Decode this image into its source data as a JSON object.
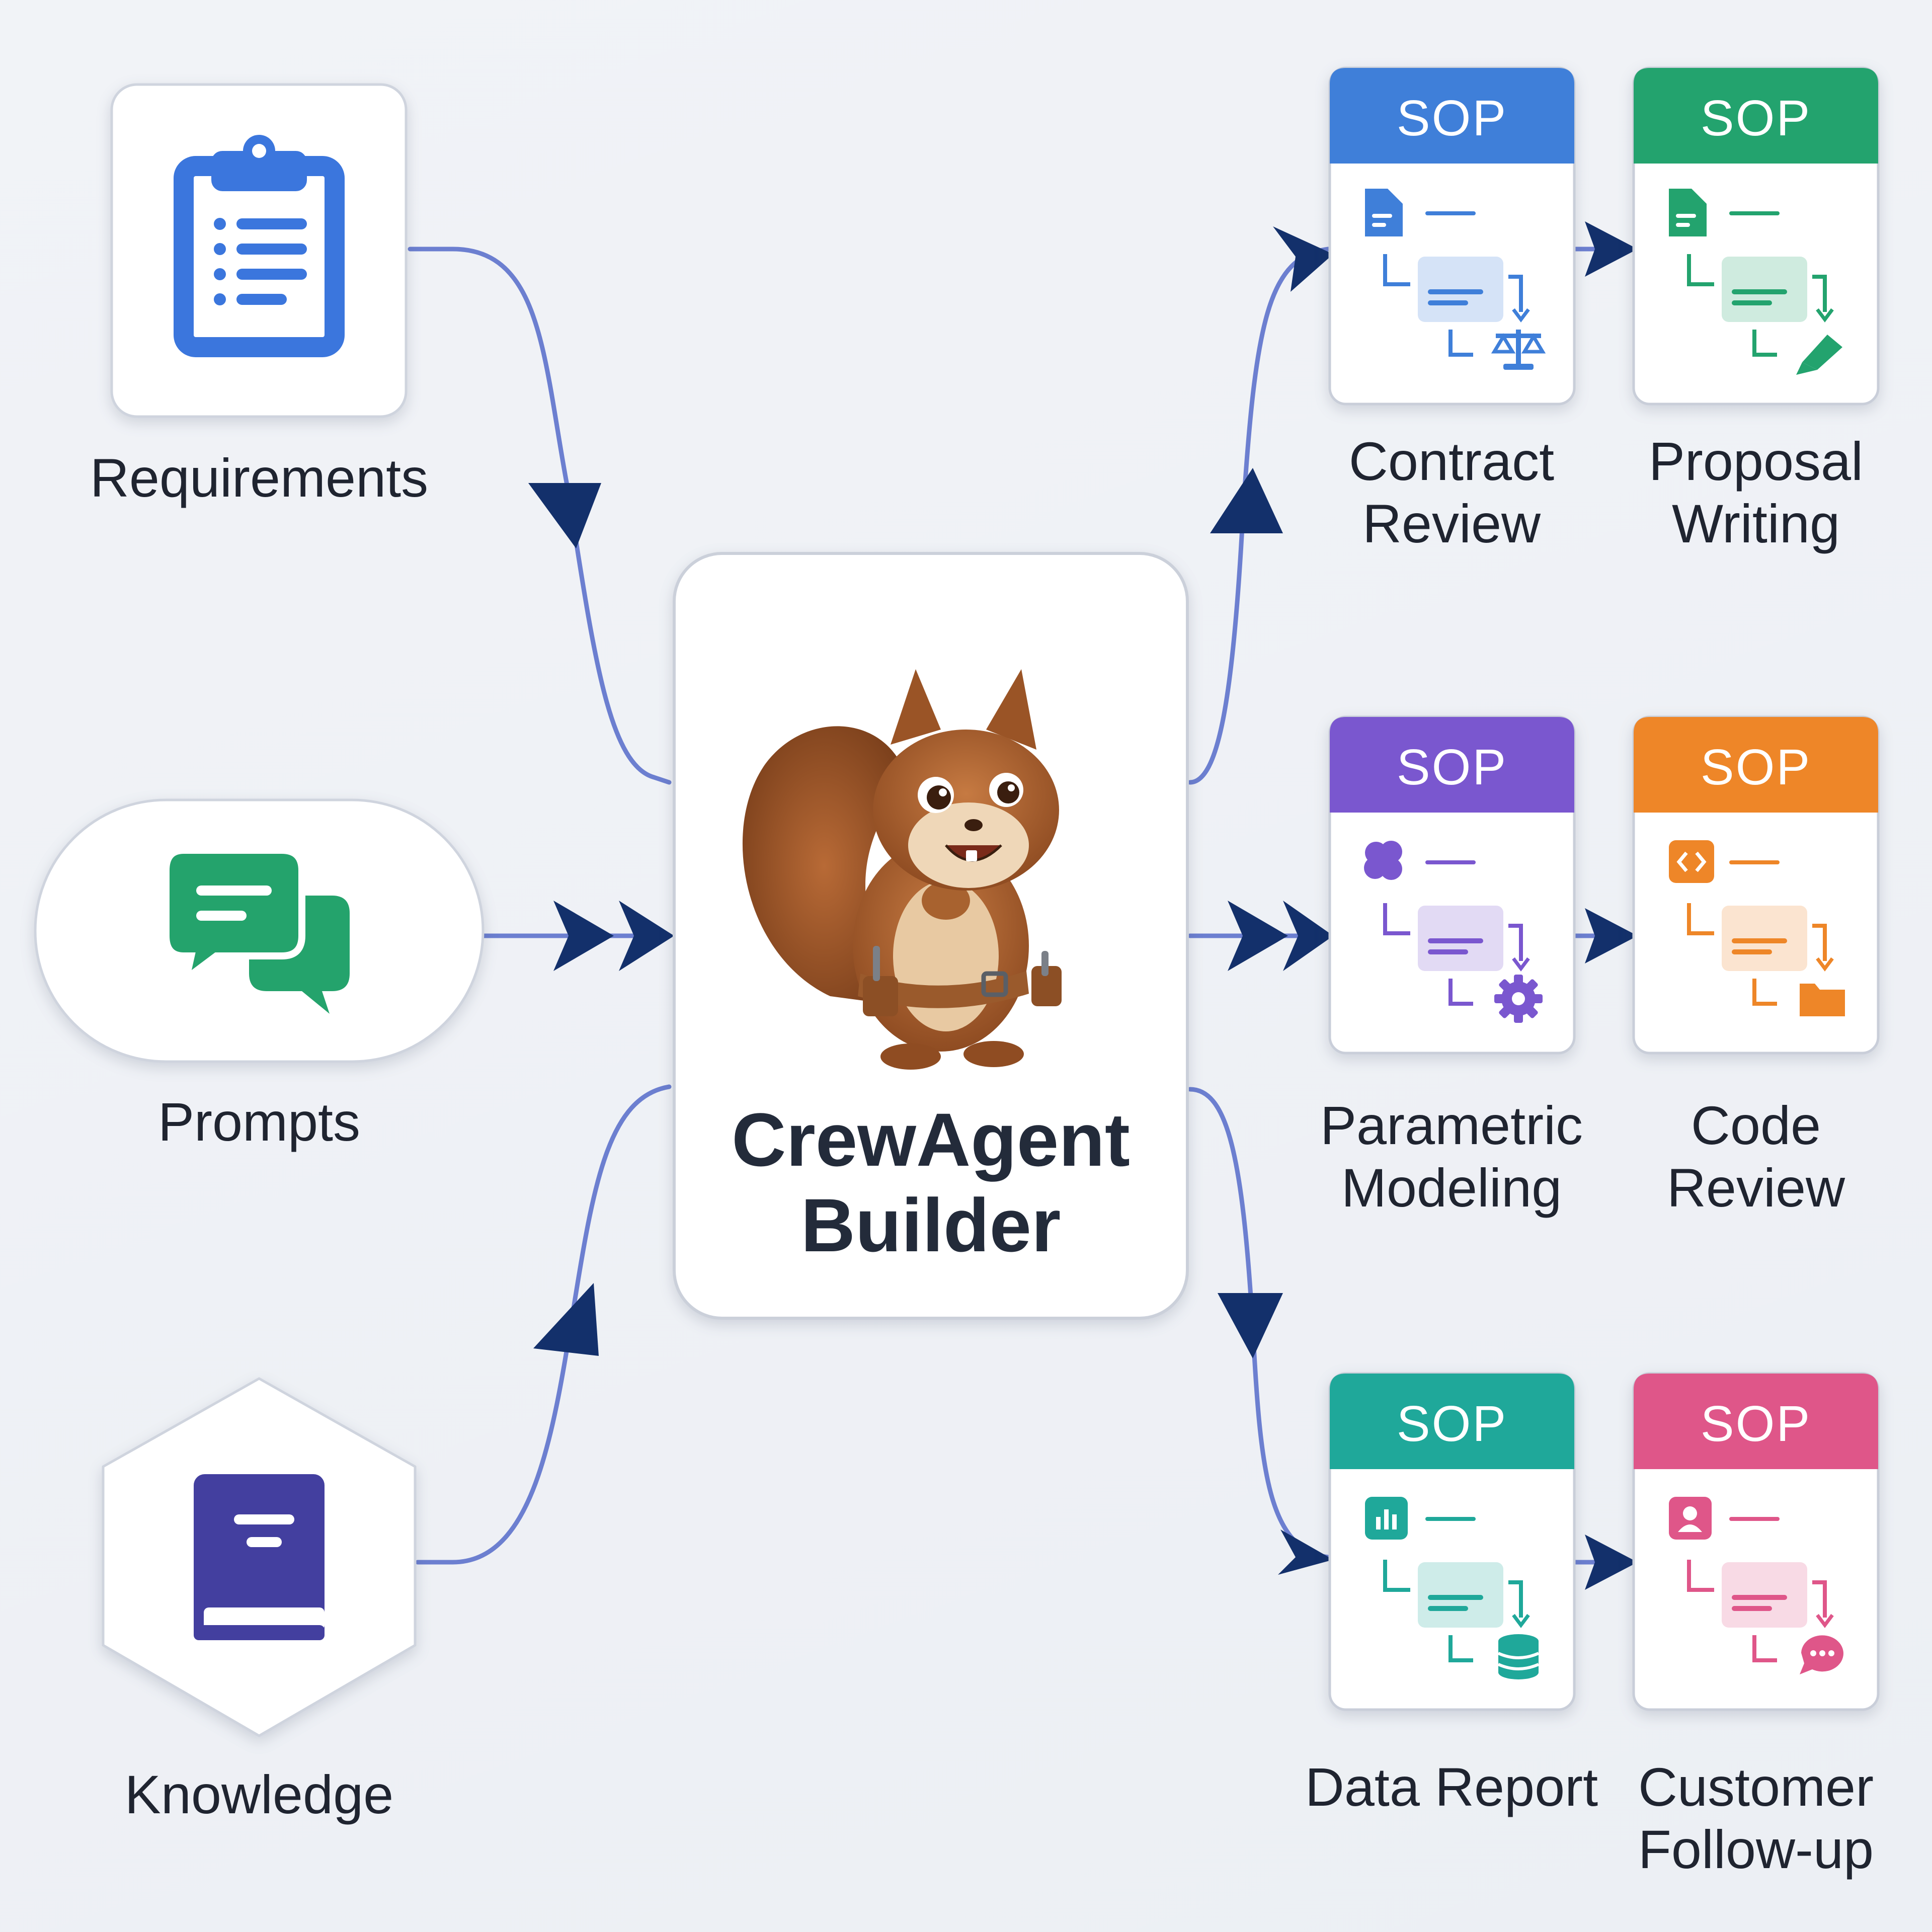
{
  "inputs": [
    {
      "key": "requirements",
      "label": "Requirements",
      "icon": "clipboard-icon",
      "color": "#3b76dd"
    },
    {
      "key": "prompts",
      "label": "Prompts",
      "icon": "chat-bubbles-icon",
      "color": "#24a36c"
    },
    {
      "key": "knowledge",
      "label": "Knowledge",
      "icon": "book-icon",
      "color": "#433f9f"
    }
  ],
  "center": {
    "title": "CrewAgent\nBuilder",
    "mascot": "squirrel-mascot"
  },
  "sop_cards": [
    {
      "key": "contract-review",
      "badge": "SOP",
      "label": "Contract\nReview",
      "color": "#3f7fd9",
      "end_icon": "scales-icon"
    },
    {
      "key": "proposal-writing",
      "badge": "SOP",
      "label": "Proposal\nWriting",
      "color": "#23a36e",
      "end_icon": "pen-icon"
    },
    {
      "key": "parametric-modeling",
      "badge": "SOP",
      "label": "Parametric\nModeling",
      "color": "#7a57cf",
      "end_icon": "gear-icon"
    },
    {
      "key": "code-review",
      "badge": "SOP",
      "label": "Code\nReview",
      "color": "#ee8628",
      "end_icon": "folder-icon"
    },
    {
      "key": "data-report",
      "badge": "SOP",
      "label": "Data Report",
      "color": "#1fa89a",
      "end_icon": "database-icon"
    },
    {
      "key": "customer-follow-up",
      "badge": "SOP",
      "label": "Customer\nFollow-up",
      "color": "#df5689",
      "end_icon": "chat-icon"
    }
  ],
  "colors": {
    "connector": "#6c7fd0",
    "arrow": "#13306b",
    "card_border": "#c9ced9"
  }
}
